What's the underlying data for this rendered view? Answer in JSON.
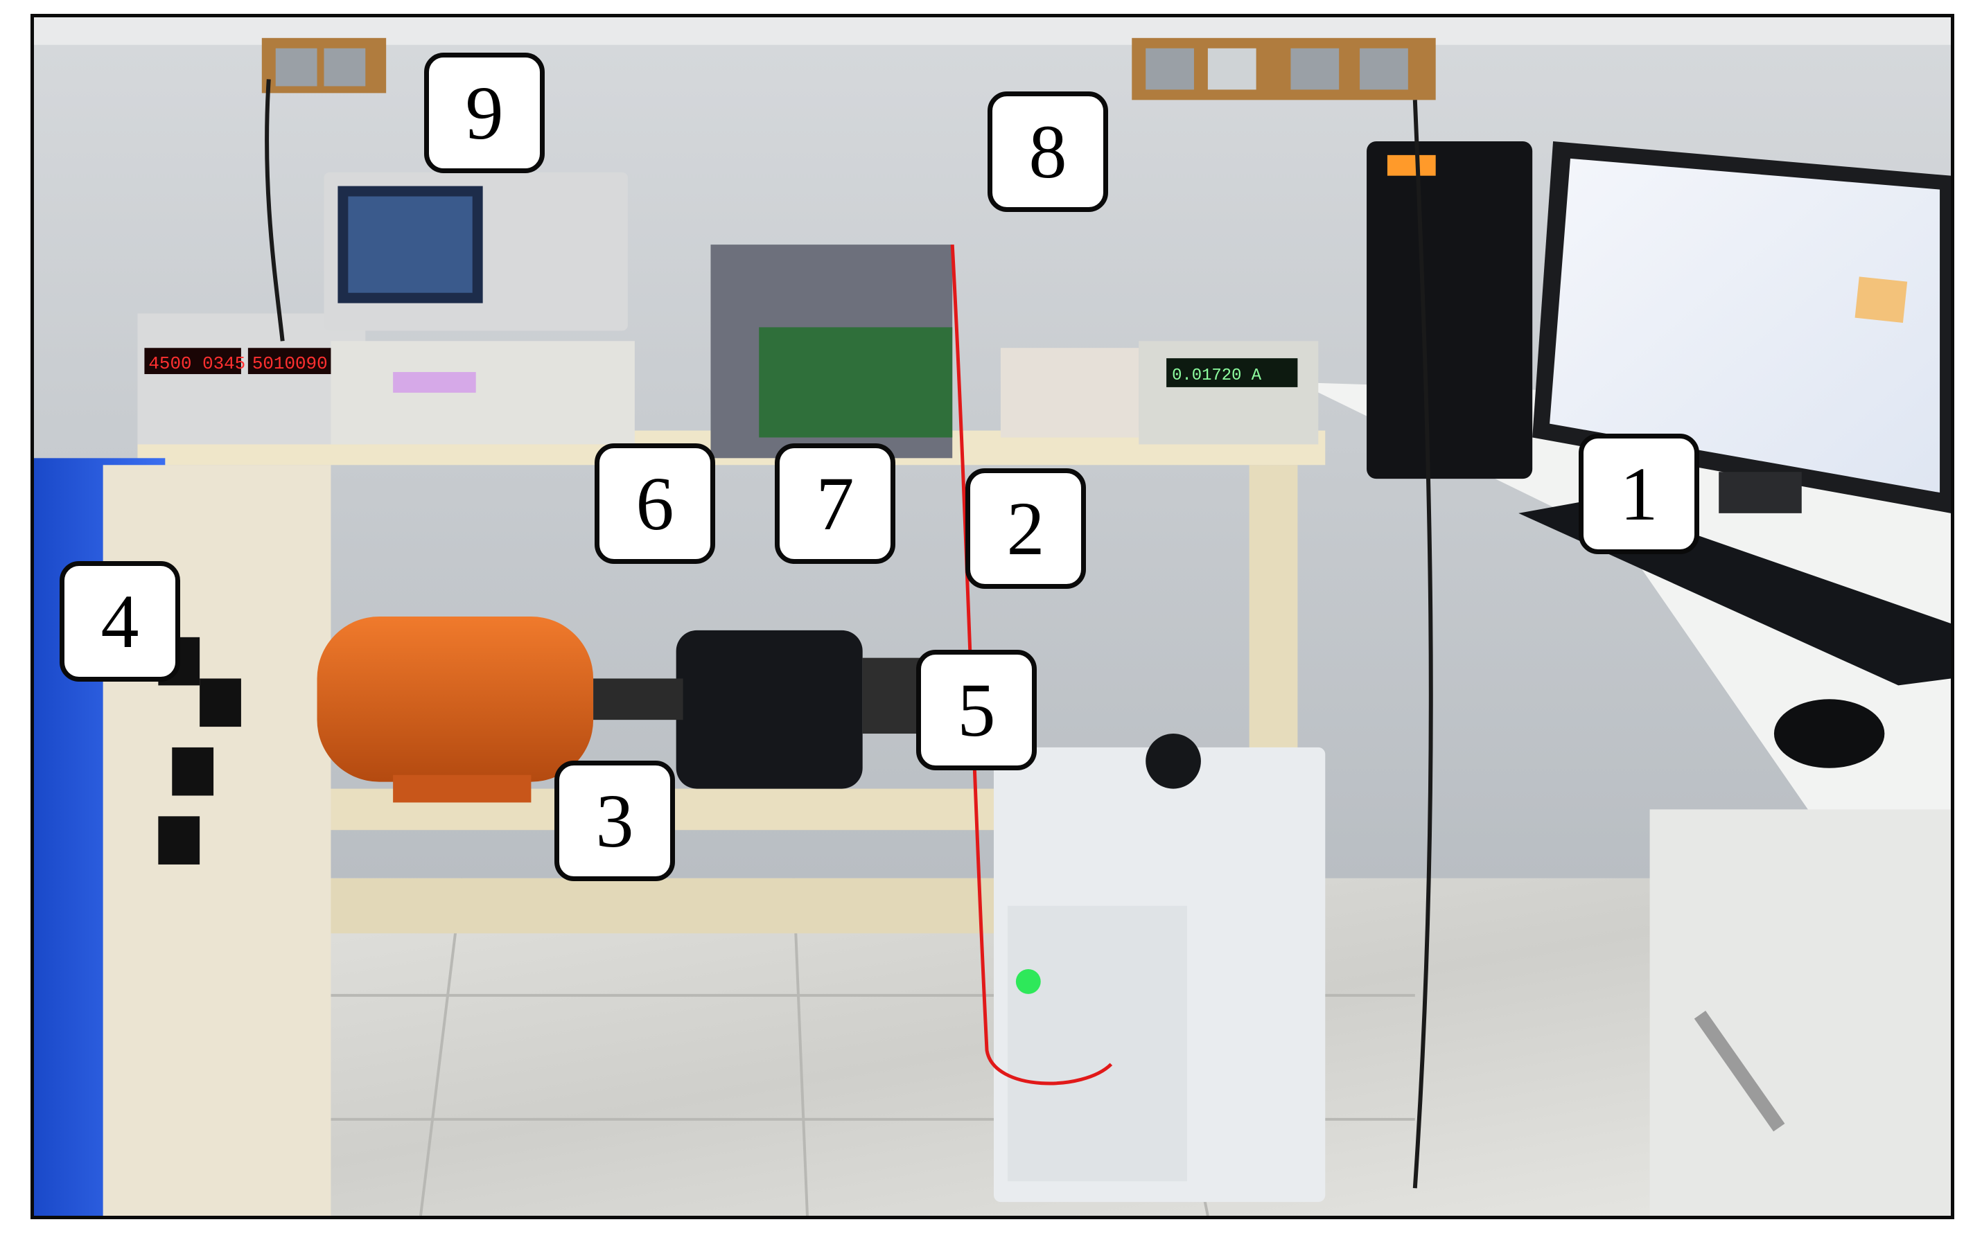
{
  "scene": {
    "description_free": true,
    "colors": {
      "wall": "#c9cdd1",
      "floor": "#d9d9d6",
      "bench": "#efe6c9",
      "motor": "#e2661b",
      "cabinet": "#2a5bd7",
      "display_red": "#ff3030",
      "display_green": "#8effa0"
    },
    "psu_display": {
      "left_value": "4500 0345",
      "right_value": "5010090"
    },
    "multimeter_display": {
      "value": "0.01720 A"
    }
  },
  "callouts": [
    {
      "id": "1",
      "label": "1"
    },
    {
      "id": "2",
      "label": "2"
    },
    {
      "id": "3",
      "label": "3"
    },
    {
      "id": "4",
      "label": "4"
    },
    {
      "id": "5",
      "label": "5"
    },
    {
      "id": "6",
      "label": "6"
    },
    {
      "id": "7",
      "label": "7"
    },
    {
      "id": "8",
      "label": "8"
    },
    {
      "id": "9",
      "label": "9"
    }
  ]
}
